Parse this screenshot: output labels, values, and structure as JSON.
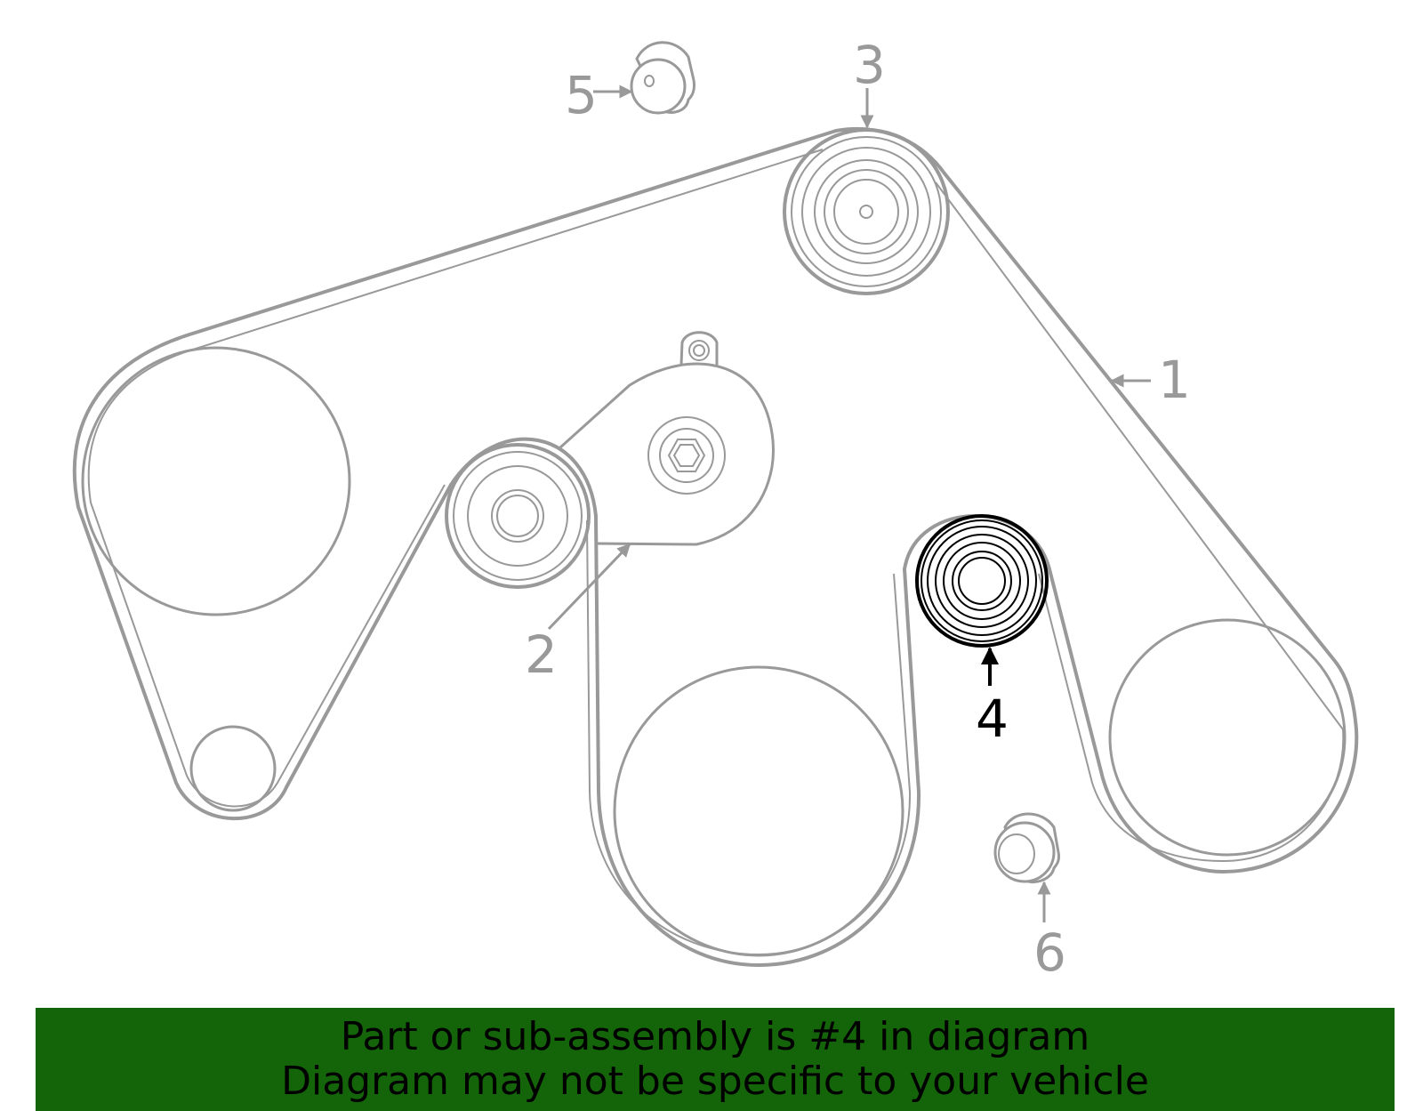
{
  "diagram": {
    "callouts": [
      {
        "id": "1",
        "label": "1",
        "part": "belt"
      },
      {
        "id": "2",
        "label": "2",
        "part": "tensioner"
      },
      {
        "id": "3",
        "label": "3",
        "part": "idler-pulley"
      },
      {
        "id": "4",
        "label": "4",
        "part": "idler-pulley",
        "highlighted": true
      },
      {
        "id": "5",
        "label": "5",
        "part": "pulley-cover"
      },
      {
        "id": "6",
        "label": "6",
        "part": "pulley-cover"
      }
    ],
    "highlighted_part": "4",
    "colors": {
      "line": "#999999",
      "highlight": "#000000"
    }
  },
  "banner": {
    "line1": "Part or sub-assembly is #4 in diagram",
    "line2": "Diagram may not be specific to your vehicle",
    "background": "#146409",
    "text_color": "#000000"
  }
}
